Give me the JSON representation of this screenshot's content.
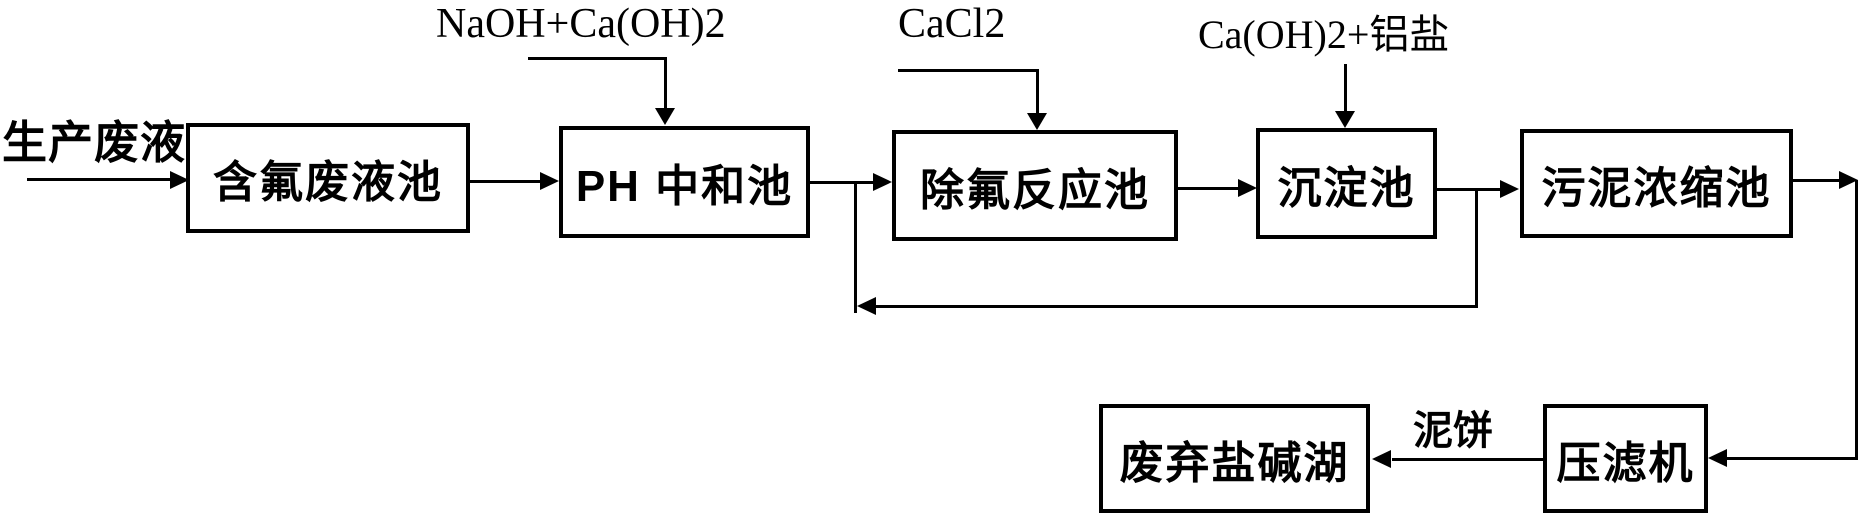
{
  "diagram": {
    "source_label": "生产废液",
    "reagents": {
      "naoh_caoh2": "NaOH+Ca(OH)2",
      "cacl2": "CaCl2",
      "caoh2_al": "Ca(OH)2+铝盐"
    },
    "boxes": {
      "fluoride_waste_tank": "含氟废液池",
      "ph_neutralization_tank": "PH 中和池",
      "defluorination_reaction_tank": "除氟反应池",
      "sedimentation_tank": "沉淀池",
      "sludge_thickening_tank": "污泥浓缩池",
      "abandoned_salt_lake": "废弃盐碱湖",
      "filter_press": "压滤机"
    },
    "stream_labels": {
      "mud_cake": "泥饼"
    },
    "colors": {
      "line": "#000000",
      "background": "#ffffff"
    }
  }
}
